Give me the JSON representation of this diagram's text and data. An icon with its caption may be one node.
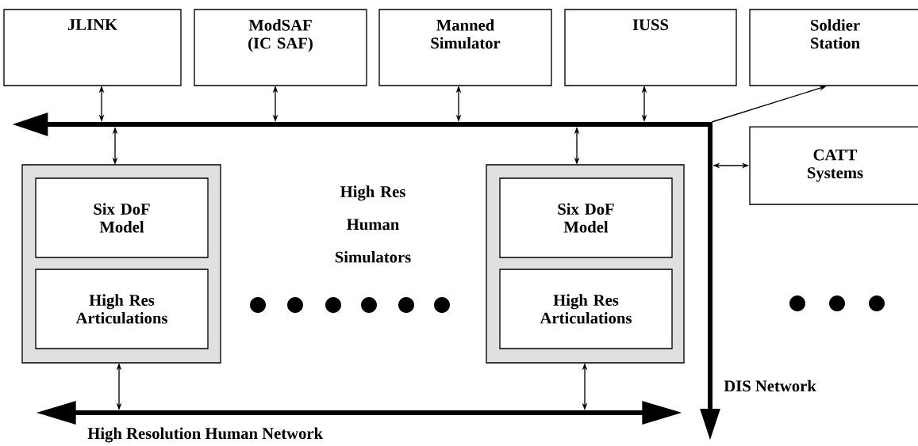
{
  "diagram": {
    "nodes": [
      {
        "text": [
          "JLINK"
        ]
      },
      {
        "text": [
          "ModSAF (IC SAF)"
        ]
      },
      {
        "text": [
          "Manned Simulator"
        ]
      },
      {
        "text": [
          "IUSS"
        ]
      },
      {
        "text": [
          "Soldier Station"
        ]
      },
      {
        "text": [
          "CATT Systems"
        ]
      },
      {
        "text": [],
        "shape": "box"
      },
      {
        "text": [
          "Six DoF Model"
        ],
        "in": 6
      },
      {
        "text": [
          "High Res Articulations"
        ],
        "in": 6
      },
      {
        "text": [],
        "shape": "box"
      },
      {
        "text": [
          "Six DoF Model"
        ],
        "in": 9
      },
      {
        "text": [
          "High Res Articulations"
        ],
        "in": 9
      }
    ],
    "edges": [
      {
        "from": 0,
        "to": null,
        "arrow": "both"
      },
      {
        "from": 1,
        "to": null,
        "arrow": "both"
      },
      {
        "from": 2,
        "to": null,
        "arrow": "both"
      },
      {
        "from": 3,
        "to": null,
        "arrow": "both"
      },
      {
        "from": null,
        "to": 4,
        "arrow": "to"
      },
      {
        "from": 5,
        "to": null,
        "arrow": "both"
      },
      {
        "from": 6,
        "to": null,
        "arrow": "both"
      },
      {
        "from": 9,
        "to": null,
        "arrow": "both"
      },
      {
        "from": 6,
        "to": null,
        "arrow": "both"
      },
      {
        "from": 9,
        "to": null,
        "arrow": "both"
      }
    ],
    "labels": [
      "High Res Human Simulators",
      "DIS Network",
      "High Resolution Human Network"
    ]
  }
}
